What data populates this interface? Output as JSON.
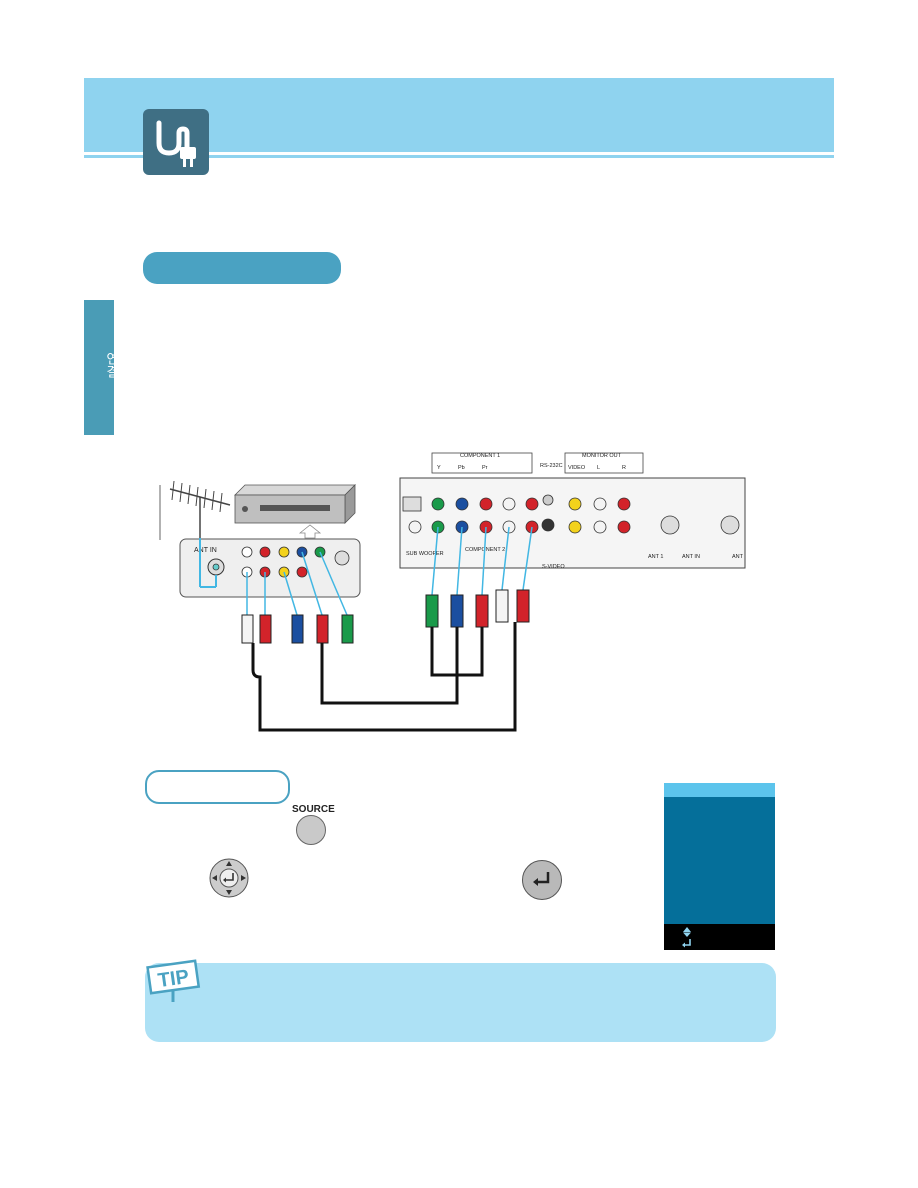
{
  "side_tab": {
    "label": "연결"
  },
  "diagram": {
    "vcr_panel": {
      "ant_in_label": "ANT IN"
    },
    "tv_panel": {
      "component1_label": "COMPONENT 1",
      "component2_label": "COMPONENT 2",
      "monitor_out_label": "MONITOR OUT",
      "rs232c_label": "RS-232C",
      "sub_woofer_label": "SUB WOOFER",
      "svideo_label": "S-VIDEO",
      "video_label": "VIDEO",
      "left_label": "L",
      "right_label": "R",
      "y_label": "Y",
      "pb_label": "Pb",
      "pr_label": "Pr",
      "ant1_label": "ANT 1",
      "ant_in_label": "ANT IN",
      "ant_label": "ANT"
    }
  },
  "controls": {
    "source_label": "SOURCE"
  },
  "tip": {
    "sign_text": "TIP"
  },
  "colors": {
    "header_band": "#8fd3ef",
    "accent": "#4aa2c2",
    "osd_body": "#056f9a",
    "tip_bg": "#ade1f5",
    "cable_green": "#1a9a4a",
    "cable_blue": "#1b4fa0",
    "cable_red": "#d2232a",
    "cable_white": "#f4f4f4",
    "cable_yellow": "#f3d21c"
  },
  "icons": [
    "plug-icon",
    "antenna-icon",
    "vcr-icon",
    "nav-pad-icon",
    "enter-icon",
    "up-down-arrow-icon",
    "return-arrow-icon"
  ]
}
